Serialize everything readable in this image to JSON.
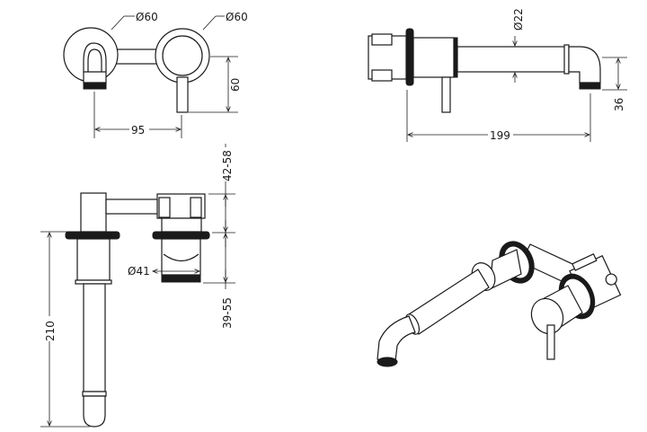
{
  "title": "Wall-mounted basin mixer technical drawing",
  "views": {
    "front": {
      "dia_left": "Ø60",
      "dia_right": "Ø60",
      "height": "60",
      "spacing": "95"
    },
    "top": {
      "pipe_dia": "Ø22",
      "outlet_height": "36",
      "projection": "199"
    },
    "side": {
      "depth_upper": "42-58",
      "body_dia": "Ø41",
      "depth_lower": "39-55",
      "spout_length": "210"
    }
  }
}
